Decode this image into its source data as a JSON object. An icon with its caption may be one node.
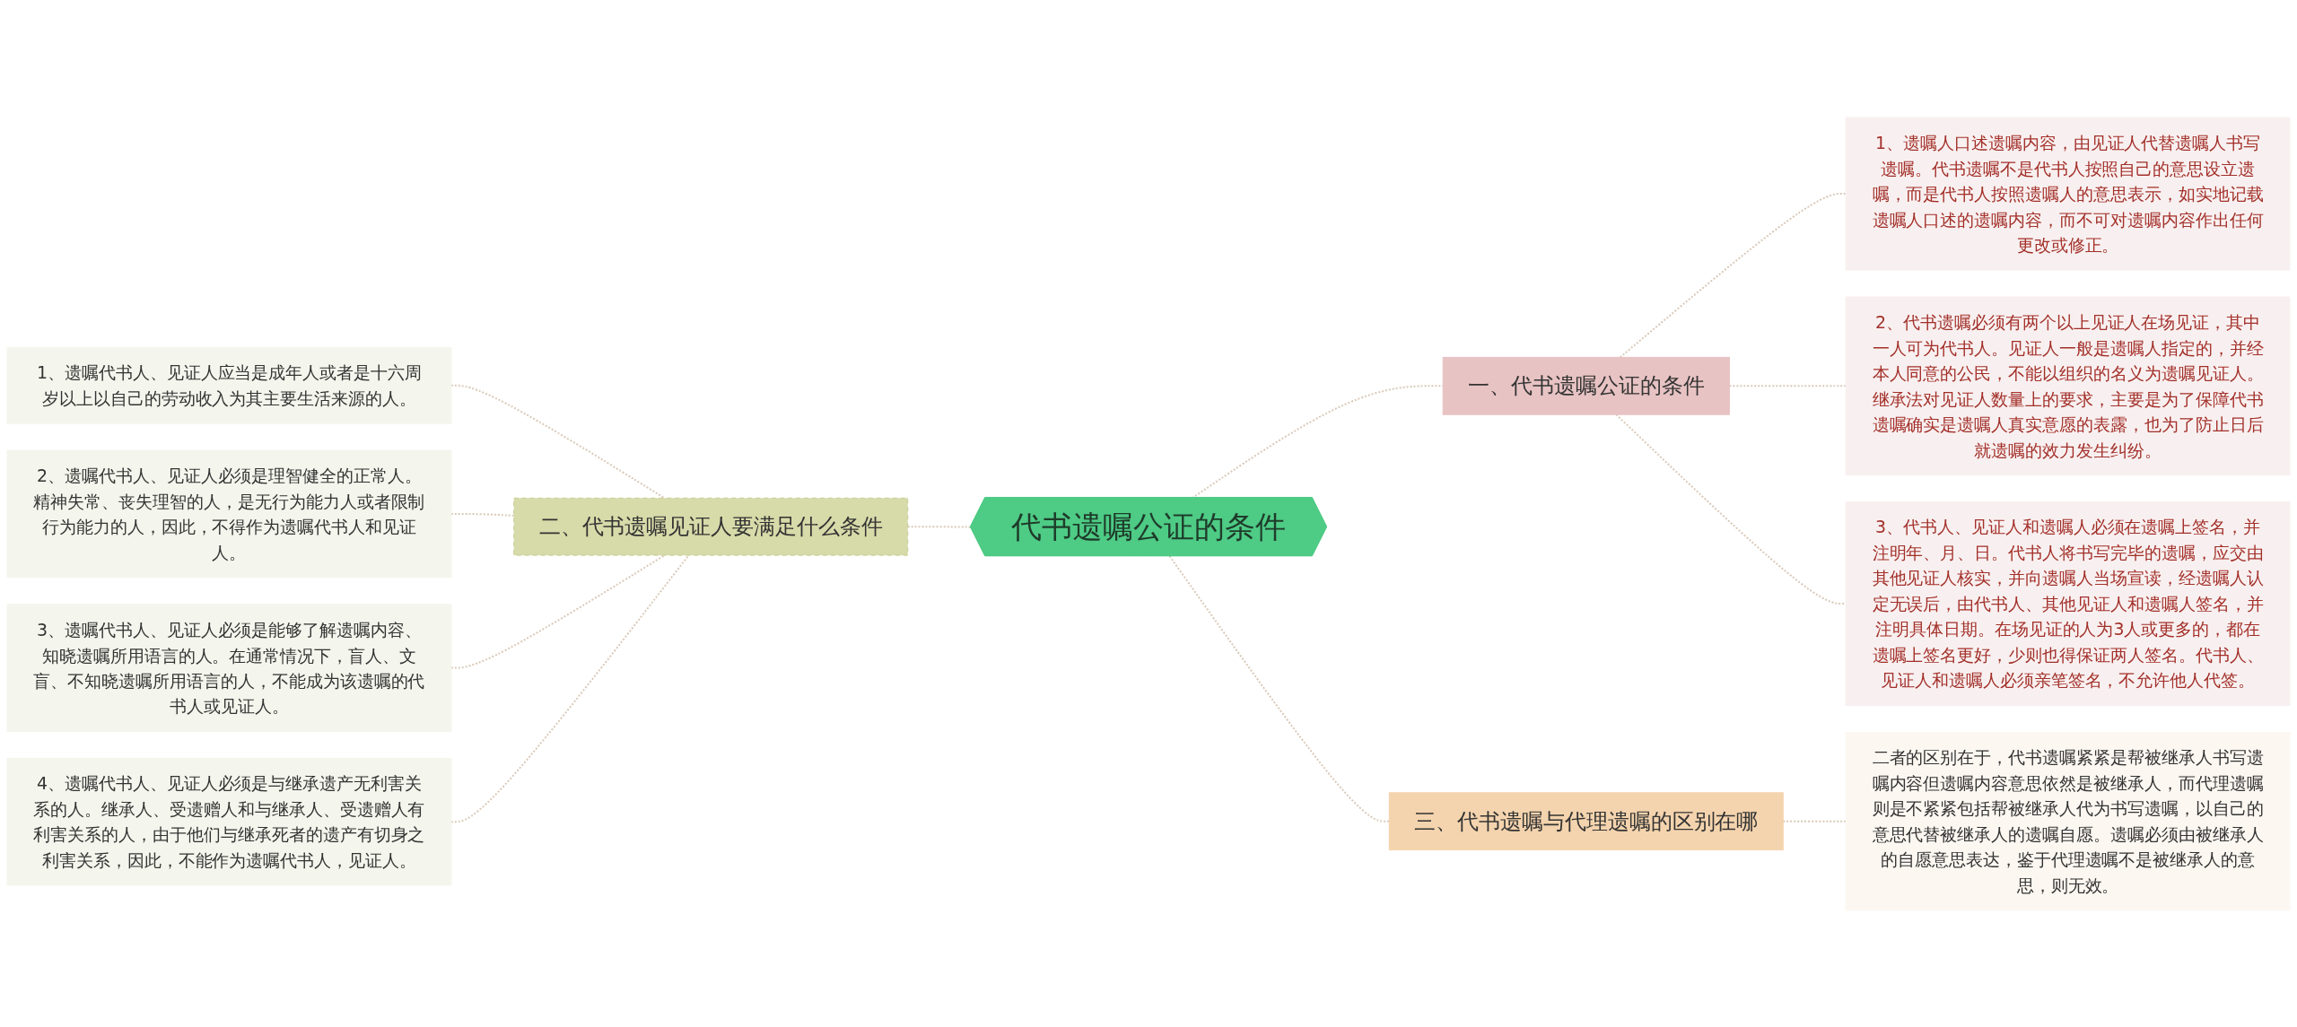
{
  "diagram": {
    "nodes": [
      {
        "text": [
          "代书遗嘱公证的条件"
        ]
      },
      {
        "text": [
          "一、代书遗嘱公证的条件"
        ]
      },
      {
        "text": [
          "1、遗嘱人口述遗嘱内容，由见证人代替遗嘱人书写遗嘱。代书遗嘱不是代书人按照自己的意思设立遗嘱，而是代书人按照遗嘱人的意思表示，如实地记载遗嘱人口述的遗嘱内容，而不可对遗嘱内容作出任何更改或修正。"
        ]
      },
      {
        "text": [
          "2、代书遗嘱必须有两个以上见证人在场见证，其中一人可为代书人。见证人一般是遗嘱人指定的，并经本人同意的公民，不能以组织的名义为遗嘱见证人。继承法对见证人数量上的要求，主要是为了保障代书遗嘱确实是遗嘱人真实意愿的表露，也为了防止日后就遗嘱的效力发生纠纷。"
        ]
      },
      {
        "text": [
          "3、代书人、见证人和遗嘱人必须在遗嘱上签名，并注明年、月、日。代书人将书写完毕的遗嘱，应交由其他见证人核实，并向遗嘱人当场宣读，经遗嘱人认定无误后，由代书人、其他见证人和遗嘱人签名，并注明具体日期。在场见证的人为3人或更多的，都在遗嘱上签名更好，少则也得保证两人签名。代书人、见证人和遗嘱人必须亲笔签名，不允许他人代签。"
        ]
      },
      {
        "text": [
          "三、代书遗嘱与代理遗嘱的区别在哪"
        ]
      },
      {
        "text": [
          "二者的区别在于，代书遗嘱紧紧是帮被继承人书写遗嘱内容但遗嘱内容意思依然是被继承人，而代理遗嘱则是不紧紧包括帮被继承人代为书写遗嘱，以自己的意思代替被继承人的遗嘱自愿。遗嘱必须由被继承人的自愿意思表达，鉴于代理遗嘱不是被继承人的意思，则无效。"
        ]
      },
      {
        "text": [
          "二、代书遗嘱见证人要满足什么条件"
        ]
      },
      {
        "text": [
          "1、遗嘱代书人、见证人应当是成年人或者是十六周岁以上以自己的劳动收入为其主要生活来源的人。"
        ]
      },
      {
        "text": [
          "2、遗嘱代书人、见证人必须是理智健全的正常人。精神失常、丧失理智的人，是无行为能力人或者限制行为能力的人，因此，不得作为遗嘱代书人和见证人。"
        ]
      },
      {
        "text": [
          "3、遗嘱代书人、见证人必须是能够了解遗嘱内容、知晓遗嘱所用语言的人。在通常情况下，盲人、文盲、不知晓遗嘱所用语言的人，不能成为该遗嘱的代书人或见证人。"
        ]
      },
      {
        "text": [
          "4、遗嘱代书人、见证人必须是与继承遗产无利害关系的人。继承人、受遗赠人和与继承人、受遗赠人有利害关系的人，由于他们与继承死者的遗产有切身之利害关系，因此，不能作为遗嘱代书人，见证人。"
        ]
      }
    ],
    "edges": [
      {
        "from": 0,
        "to": 1,
        "arrow": "none",
        "style": "dashed"
      },
      {
        "from": 1,
        "to": 2,
        "arrow": "none",
        "style": "dashed"
      },
      {
        "from": 1,
        "to": 3,
        "arrow": "none",
        "style": "dashed"
      },
      {
        "from": 1,
        "to": 4,
        "arrow": "none",
        "style": "dashed"
      },
      {
        "from": 0,
        "to": 5,
        "arrow": "none",
        "style": "dashed"
      },
      {
        "from": 5,
        "to": 6,
        "arrow": "none",
        "style": "dashed"
      },
      {
        "from": 0,
        "to": 7,
        "arrow": "none",
        "style": "dashed"
      },
      {
        "from": 7,
        "to": 8,
        "arrow": "none",
        "style": "dashed"
      },
      {
        "from": 7,
        "to": 9,
        "arrow": "none",
        "style": "dashed"
      },
      {
        "from": 7,
        "to": 10,
        "arrow": "none",
        "style": "dashed"
      },
      {
        "from": 7,
        "to": 11,
        "arrow": "none",
        "style": "dashed"
      }
    ]
  }
}
